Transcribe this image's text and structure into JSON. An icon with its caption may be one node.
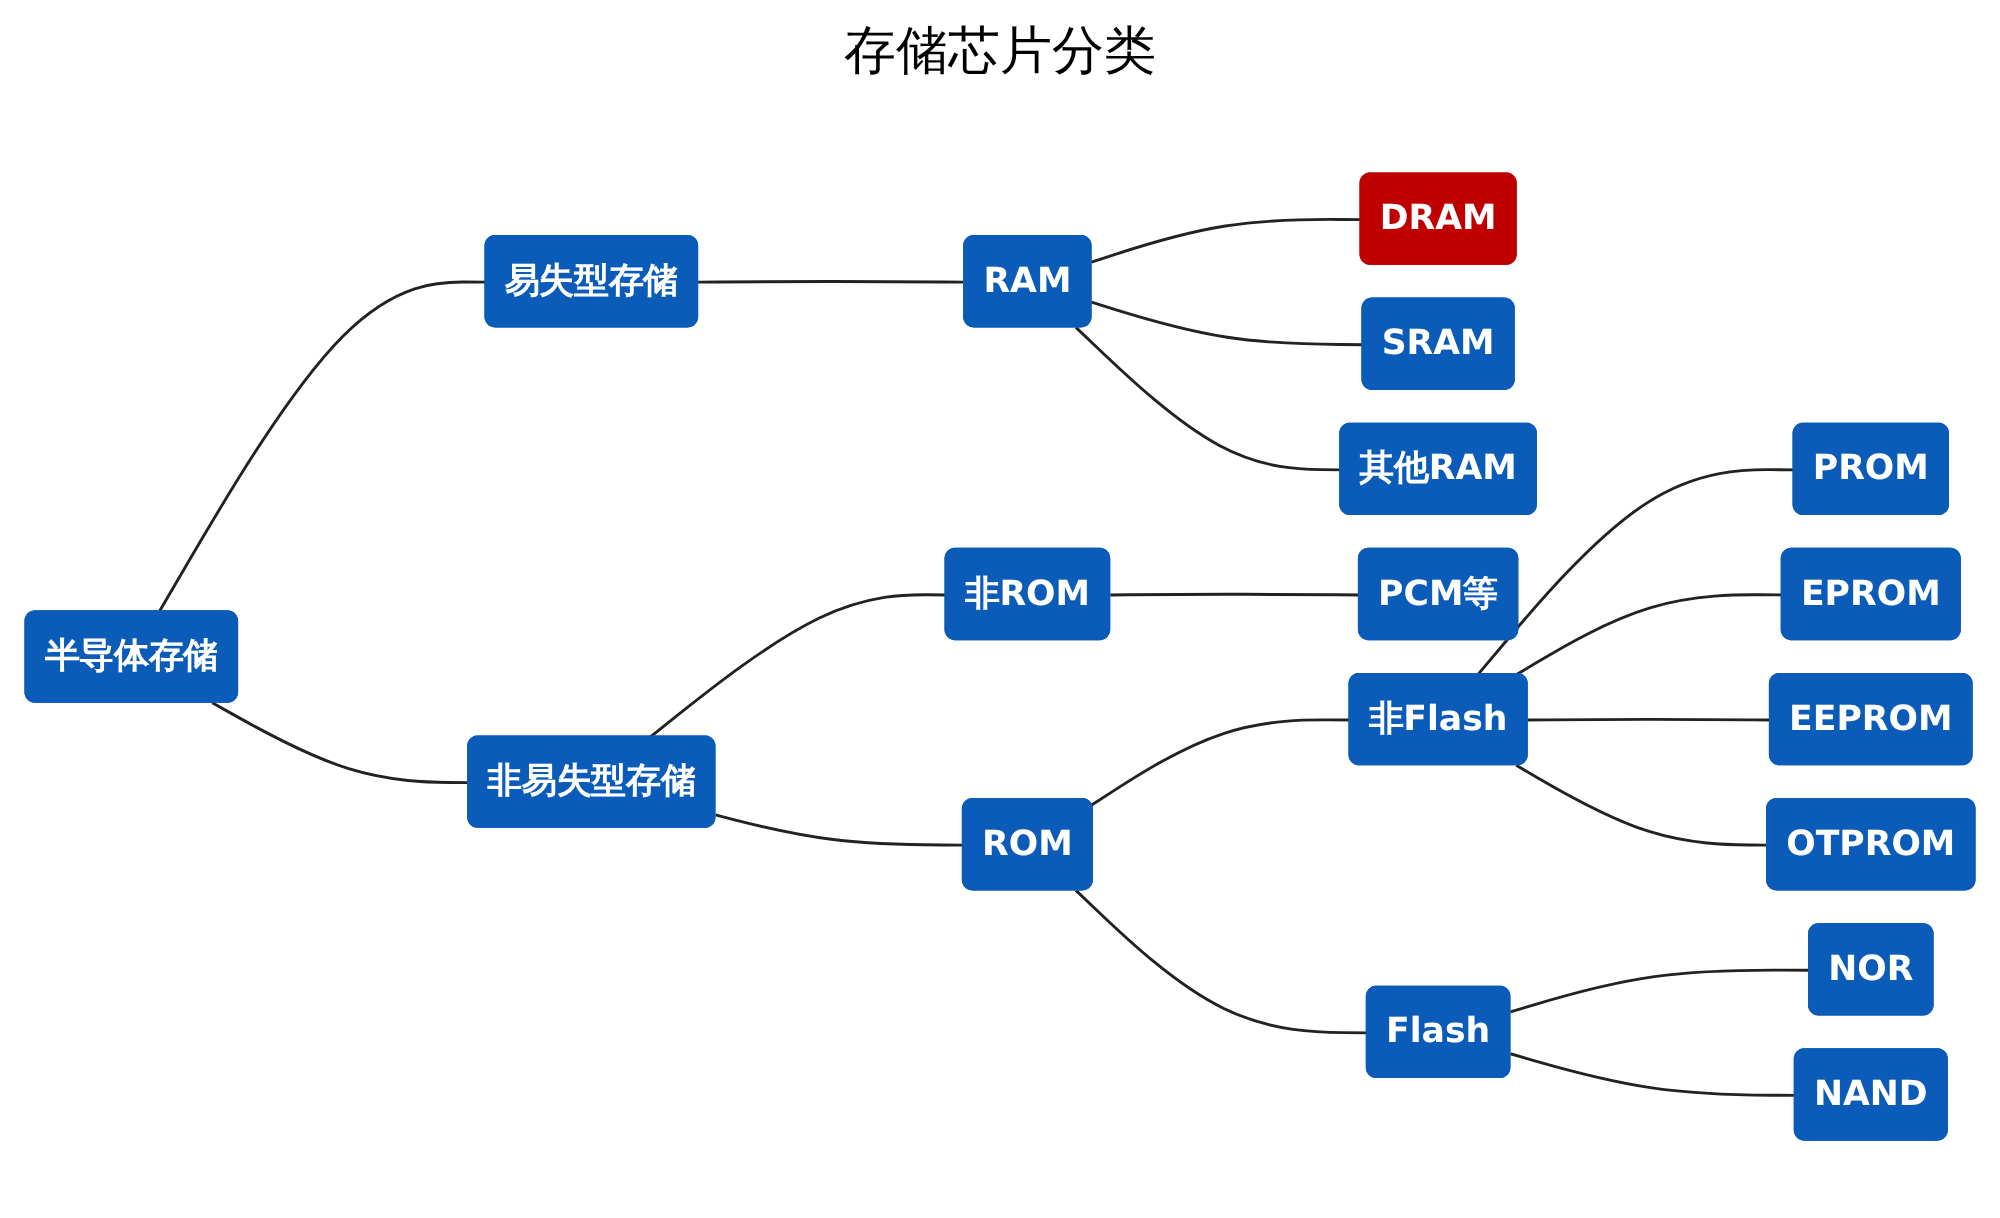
{
  "diagram": {
    "title": "存储芯片分类",
    "nodes": [
      {
        "text": [
          "半导体存储"
        ]
      },
      {
        "text": [
          "易失型存储"
        ]
      },
      {
        "text": [
          "非易失型存储"
        ]
      },
      {
        "text": [
          "RAM"
        ]
      },
      {
        "text": [
          "DRAM"
        ]
      },
      {
        "text": [
          "SRAM"
        ]
      },
      {
        "text": [
          "其他RAM"
        ]
      },
      {
        "text": [
          "非ROM"
        ]
      },
      {
        "text": [
          "PCM等"
        ]
      },
      {
        "text": [
          "ROM"
        ]
      },
      {
        "text": [
          "非Flash"
        ]
      },
      {
        "text": [
          "PROM"
        ]
      },
      {
        "text": [
          "EPROM"
        ]
      },
      {
        "text": [
          "EEPROM"
        ]
      },
      {
        "text": [
          "OTPROM"
        ]
      },
      {
        "text": [
          "Flash"
        ]
      },
      {
        "text": [
          "NOR"
        ]
      },
      {
        "text": [
          "NAND"
        ]
      }
    ],
    "edges": [
      {
        "from": 0,
        "to": 1,
        "arrow": "none"
      },
      {
        "from": 0,
        "to": 2,
        "arrow": "none"
      },
      {
        "from": 1,
        "to": 3,
        "arrow": "none"
      },
      {
        "from": 3,
        "to": 4,
        "arrow": "none"
      },
      {
        "from": 3,
        "to": 5,
        "arrow": "none"
      },
      {
        "from": 3,
        "to": 6,
        "arrow": "none"
      },
      {
        "from": 2,
        "to": 7,
        "arrow": "none"
      },
      {
        "from": 2,
        "to": 9,
        "arrow": "none"
      },
      {
        "from": 7,
        "to": 8,
        "arrow": "none"
      },
      {
        "from": 9,
        "to": 10,
        "arrow": "none"
      },
      {
        "from": 9,
        "to": 15,
        "arrow": "none"
      },
      {
        "from": 10,
        "to": 11,
        "arrow": "none"
      },
      {
        "from": 10,
        "to": 12,
        "arrow": "none"
      },
      {
        "from": 10,
        "to": 13,
        "arrow": "none"
      },
      {
        "from": 10,
        "to": 14,
        "arrow": "none"
      },
      {
        "from": 15,
        "to": 16,
        "arrow": "none"
      },
      {
        "from": 15,
        "to": 17,
        "arrow": "none"
      }
    ]
  }
}
